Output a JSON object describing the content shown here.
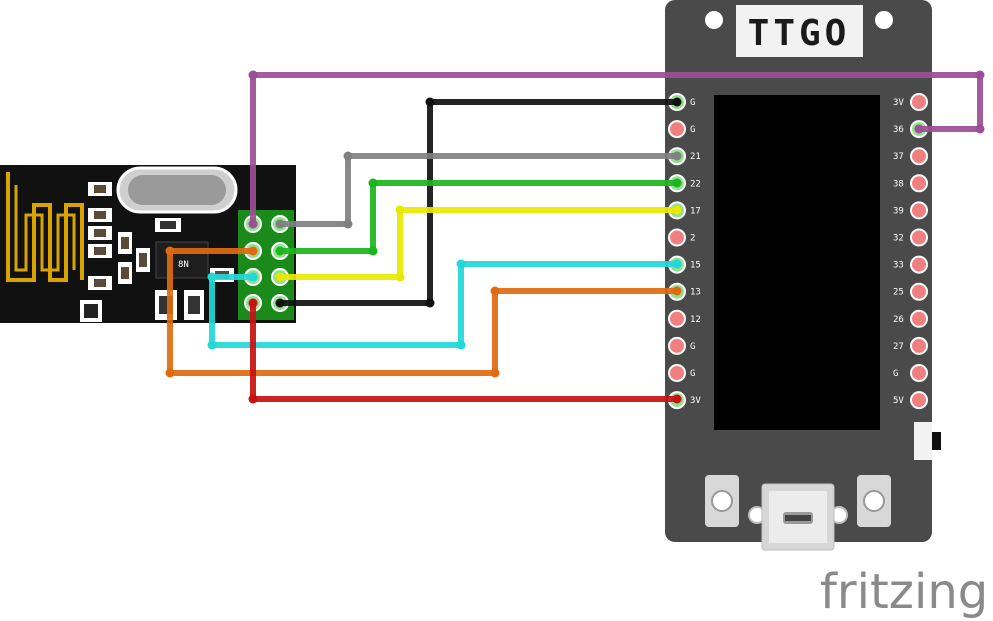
{
  "board": {
    "name": "TTGO",
    "left_pins": [
      "G",
      "G",
      "21",
      "22",
      "17",
      "2",
      "15",
      "13",
      "12",
      "G",
      "G",
      "3V"
    ],
    "right_pins": [
      "3V",
      "36",
      "37",
      "38",
      "39",
      "32",
      "33",
      "25",
      "26",
      "27",
      "G",
      "5V"
    ],
    "left_pin_states": [
      "connected",
      "unconnected",
      "connected",
      "connected",
      "connected",
      "unconnected",
      "connected",
      "connected",
      "unconnected",
      "unconnected",
      "unconnected",
      "connected"
    ],
    "right_pin_states": [
      "unconnected",
      "connected",
      "unconnected",
      "unconnected",
      "unconnected",
      "unconnected",
      "unconnected",
      "unconnected",
      "unconnected",
      "unconnected",
      "unconnected",
      "unconnected"
    ]
  },
  "module": {
    "chip_marking": "8N",
    "pin_count": 8
  },
  "wires": [
    {
      "color": "#9b4f96",
      "from": "module header pin",
      "to": "36"
    },
    {
      "color": "#111111",
      "from": "module header pin",
      "to": "G"
    },
    {
      "color": "#808080",
      "from": "module header pin",
      "to": "21"
    },
    {
      "color": "#1db51d",
      "from": "module header pin",
      "to": "22"
    },
    {
      "color": "#e8e800",
      "from": "module header pin",
      "to": "17"
    },
    {
      "color": "#22d8d8",
      "from": "module header pin",
      "to": "15"
    },
    {
      "color": "#e06a10",
      "from": "module header pin",
      "to": "13"
    },
    {
      "color": "#c81010",
      "from": "module header pin",
      "to": "3V"
    }
  ],
  "watermark": "fritzing",
  "colors": {
    "board": "#4a4a4a",
    "screen": "#000000",
    "module_pcb": "#111111",
    "antenna": "#d9a400",
    "pin_connected": "#90e090",
    "pin_unconnected": "#f08080"
  }
}
